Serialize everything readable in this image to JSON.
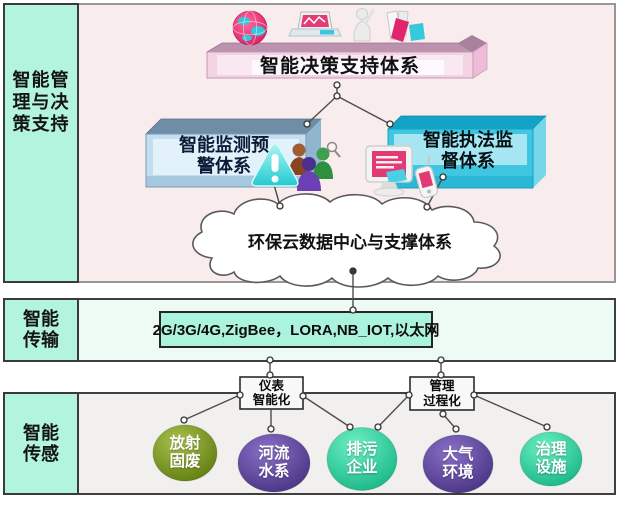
{
  "palette": {
    "page_bg": "#ffffff",
    "management_panel_bg": "#f8edec",
    "management_panel_border": "#979797",
    "sidebar_bg": "#b3f4de",
    "panel_border_dark": "#3f3f3f",
    "decision_bar_face": "#f3d3e2",
    "decision_bar_top": "#bd92ae",
    "monitor_box_face": "#c4ddef",
    "monitor_box_top": "#6d8ea6",
    "enforcement_box_face": "#3fc6e0",
    "enforcement_box_top": "#12a3c6",
    "transmission_panel_bg": "#eefbf4",
    "transmission_box_bg": "#abf3dc",
    "sensing_panel_bg": "#f1f0ee",
    "node_olive": "#5e7a0e",
    "node_purple": "#4b3488",
    "node_mint": "#19b98a",
    "connector": "#4d4d4d"
  },
  "management": {
    "sidebar_lines": [
      "智能管",
      "理与决",
      "策支持"
    ],
    "decision_bar_label": "智能决策支持体系",
    "monitor_box_lines": [
      "智能监测预",
      "警体系"
    ],
    "enforcement_box_lines": [
      "智能执法监",
      "督体系"
    ],
    "cloud_label": "环保云数据中心与支撑体系",
    "top_icons": [
      "globe-icon",
      "laptop-chart-icon",
      "person-icon",
      "books-icon"
    ],
    "monitor_icons": [
      "people-group-icon",
      "warning-icon"
    ],
    "enforcement_icons": [
      "monitor-screen-icon",
      "phone-icon"
    ]
  },
  "transmission": {
    "sidebar_lines": [
      "智能",
      "传输"
    ],
    "technologies": "2G/3G/4G,ZigBee，LORA,NB_IOT,以太网"
  },
  "sensing": {
    "sidebar_lines": [
      "智能",
      "传感"
    ],
    "instrument_box_lines": [
      "仪表",
      "智能化"
    ],
    "process_box_lines": [
      "管理",
      "过程化"
    ],
    "nodes": [
      {
        "name": "radioactive-solid-waste",
        "lines": [
          "放射",
          "固废"
        ],
        "color": "#5e7a0e"
      },
      {
        "name": "river-water-system",
        "lines": [
          "河流",
          "水系"
        ],
        "color": "#4b3488"
      },
      {
        "name": "pollution-discharge-enterprise",
        "lines": [
          "排污",
          "企业"
        ],
        "color": "#19b98a"
      },
      {
        "name": "atmospheric-environment",
        "lines": [
          "大气",
          "环境"
        ],
        "color": "#4b3488"
      },
      {
        "name": "treatment-facility",
        "lines": [
          "治理",
          "设施"
        ],
        "color": "#19b98a"
      }
    ]
  }
}
